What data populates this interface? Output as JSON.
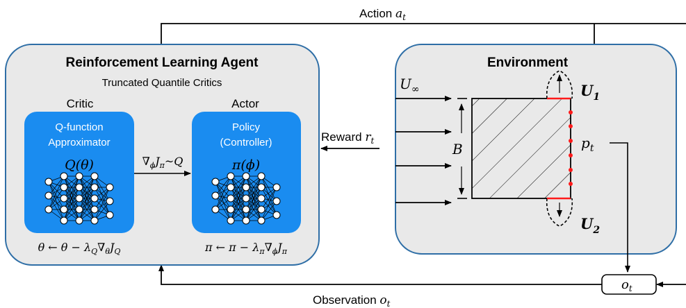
{
  "agent": {
    "title": "Reinforcement Learning Agent",
    "subtitle": "Truncated Quantile Critics",
    "critic": {
      "label": "Critic",
      "box_line1": "Q-function",
      "box_line2": "Approximator",
      "symbol": "Q(θ)",
      "update_rule": "θ ← θ − λQ∇θJQ"
    },
    "actor": {
      "label": "Actor",
      "box_line1": "Policy",
      "box_line2": "(Controller)",
      "symbol": "π(ϕ)",
      "update_rule": "π ← π − λπ∇ϕJπ"
    },
    "gradient_label": "∇ϕJπ~Q"
  },
  "environment": {
    "title": "Environment",
    "inflow": "U∞",
    "height": "B",
    "upper_velocity": "U1",
    "lower_velocity": "U2",
    "pressure": "pt"
  },
  "signals": {
    "action": "Action at",
    "reward": "Reward rt",
    "observation": "Observation ot",
    "observation_box": "ot"
  },
  "colors": {
    "panel_fill": "#e9e9e9",
    "panel_border": "#2e6ea6",
    "network_box": "#1a8cf0",
    "sensor_red": "#ff1a1a"
  }
}
